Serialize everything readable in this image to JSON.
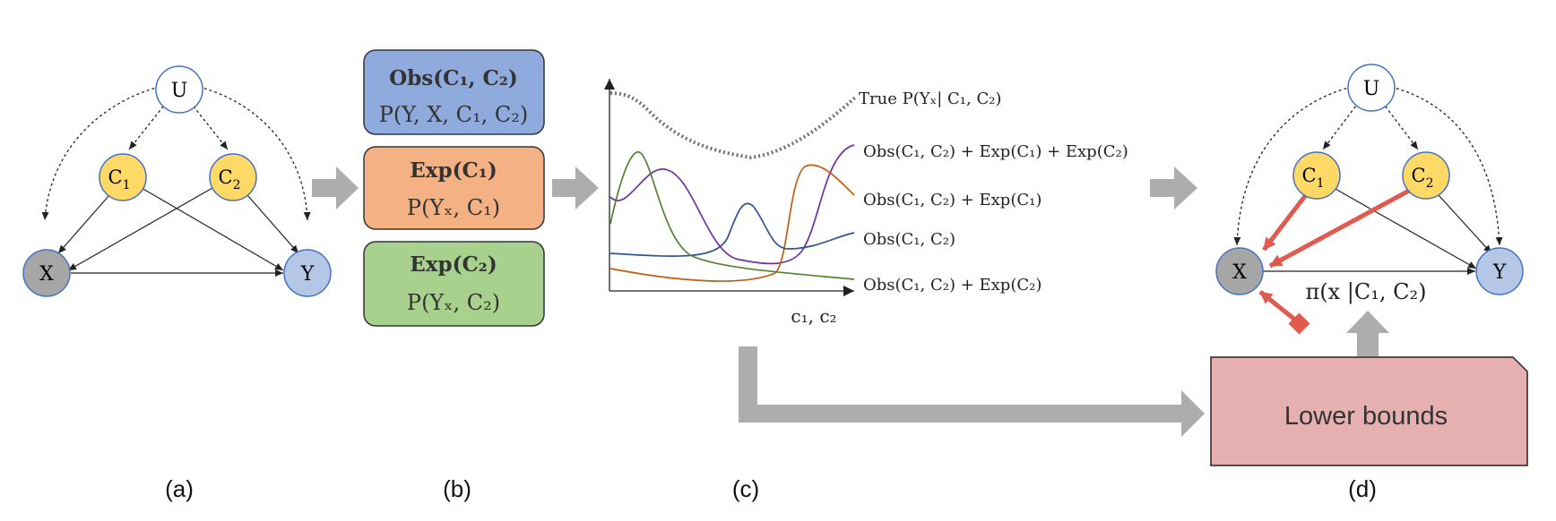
{
  "panel_a": {
    "nodes": {
      "U": "U",
      "C1": {
        "base": "C",
        "sub": "1"
      },
      "C2": {
        "base": "C",
        "sub": "2"
      },
      "X": "X",
      "Y": "Y"
    }
  },
  "panel_b": {
    "obs": {
      "title": "Obs(C₁, C₂)",
      "dist": "P(Y, X, C₁, C₂)"
    },
    "exp1": {
      "title": "Exp(C₁)",
      "dist": "P(Yₓ, C₁)"
    },
    "exp2": {
      "title": "Exp(C₂)",
      "dist": "P(Yₓ, C₂)"
    }
  },
  "panel_c": {
    "xlabel": "c₁, c₂",
    "curve_labels": {
      "true": "True P(Yₓ| C₁, C₂)",
      "obs_exp1_exp2": "Obs(C₁, C₂) +  Exp(C₁) + Exp(C₂)",
      "obs_exp1": "Obs(C₁, C₂) +  Exp(C₁)",
      "obs": "Obs(C₁, C₂)",
      "obs_exp2": "Obs(C₁, C₂) +  Exp(C₂)"
    }
  },
  "panel_d": {
    "nodes": {
      "U": "U",
      "C1": {
        "base": "C",
        "sub": "1"
      },
      "C2": {
        "base": "C",
        "sub": "2"
      },
      "X": "X",
      "Y": "Y"
    },
    "policy": "π(x |C₁, C₂)",
    "lower_bounds": "Lower bounds"
  },
  "captions": {
    "a": "(a)",
    "b": "(b)",
    "c": "(c)",
    "d": "(d)"
  },
  "colors": {
    "confounder_fill": "#FFD966",
    "x_fill": "#A6A6A6",
    "y_fill": "#B4C7E7",
    "obs_box": "#8FAADC",
    "exp1_box": "#F4B183",
    "exp2_box": "#A9D18E",
    "lower_bounds_box": "#E6B0B0",
    "policy_arrow": "#E05A4F",
    "grey_arrow": "#ADADAD"
  }
}
